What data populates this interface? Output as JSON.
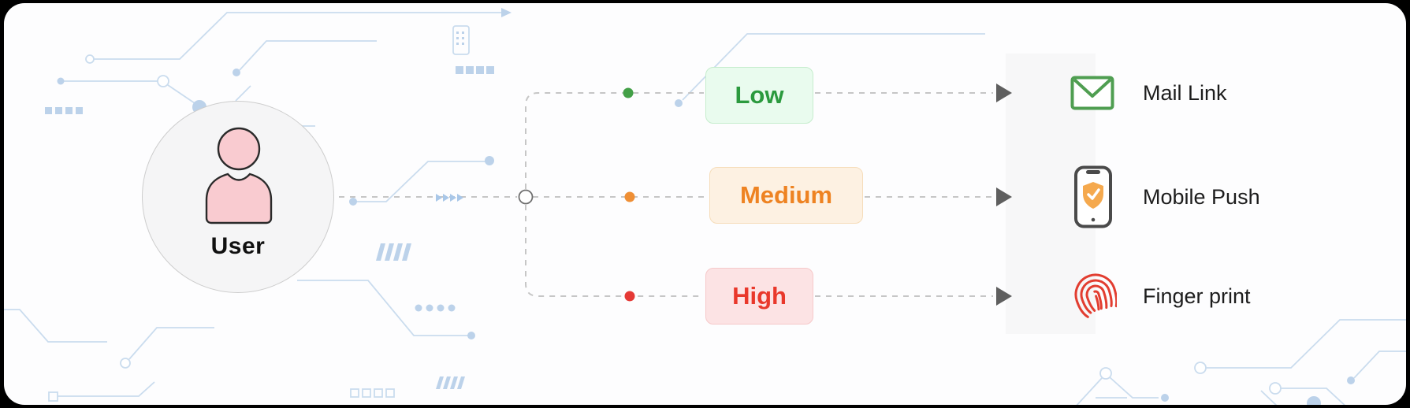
{
  "diagram": {
    "user_node": {
      "label": "User",
      "icon": "user-icon",
      "icon_fill": "#f9cbd0"
    },
    "branch_point": {
      "icon": "branch-node-circle"
    },
    "branches": [
      {
        "level": "Low",
        "level_text_color": "#2b9a3e",
        "badge_bg": "#e9fbee",
        "badge_border": "#c6edcd",
        "dot_color": "#43a047",
        "method": "Mail Link",
        "method_icon": "mail-icon",
        "method_icon_color": "#4f9e51"
      },
      {
        "level": "Medium",
        "level_text_color": "#ee8322",
        "badge_bg": "#fdf1e2",
        "badge_border": "#f6ddba",
        "dot_color": "#ef8f35",
        "method": "Mobile Push",
        "method_icon": "mobile-shield-icon",
        "method_icon_color": "#f5a94e"
      },
      {
        "level": "High",
        "level_text_color": "#e9382b",
        "badge_bg": "#fce3e4",
        "badge_border": "#f6c9ca",
        "dot_color": "#e53935",
        "method": "Finger print",
        "method_icon": "fingerprint-icon",
        "method_icon_color": "#e23d30"
      }
    ],
    "connector_color": "#c6c6c6",
    "arrow_color": "#5f5f5f",
    "decoration_color": "#cadcee"
  }
}
